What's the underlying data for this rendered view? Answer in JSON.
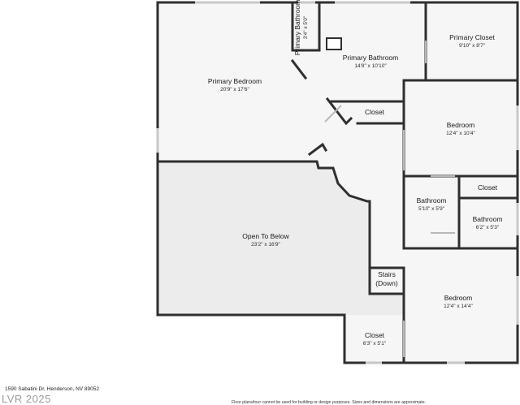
{
  "rooms": [
    {
      "id": "primary-bedroom",
      "name": "Primary Bedroom",
      "dims": "20'9\" x 17'6\""
    },
    {
      "id": "primary-bathroom-small",
      "name": "Primary Bathroom",
      "dims": "3'4\" x 5'0\""
    },
    {
      "id": "primary-bathroom",
      "name": "Primary Bathroom",
      "dims": "14'8\" x 10'10\""
    },
    {
      "id": "primary-closet",
      "name": "Primary Closet",
      "dims": "9'10\" x 8'7\""
    },
    {
      "id": "closet-mid",
      "name": "Closet",
      "dims": ""
    },
    {
      "id": "bedroom-upper",
      "name": "Bedroom",
      "dims": "12'4\" x 10'4\""
    },
    {
      "id": "closet-right",
      "name": "Closet",
      "dims": ""
    },
    {
      "id": "bathroom-left",
      "name": "Bathroom",
      "dims": "5'10\" x 5'9\""
    },
    {
      "id": "bathroom-right",
      "name": "Bathroom",
      "dims": "6'2\" x 5'3\""
    },
    {
      "id": "open-to-below",
      "name": "Open To Below",
      "dims": "23'2\" x 16'9\""
    },
    {
      "id": "stairs",
      "name": "Stairs",
      "name2": "(Down)",
      "dims": ""
    },
    {
      "id": "bedroom-lower",
      "name": "Bedroom",
      "dims": "12'4\" x 14'4\""
    },
    {
      "id": "closet-bottom",
      "name": "Closet",
      "dims": "6'3\" x 5'1\""
    }
  ],
  "footer": {
    "address": "1590 Sabatini Dr, Henderson, NV 89052",
    "disclaimer": "Floor plans/tour cannot be used for building or design purposes. Sizes and dimensions are approximate.",
    "watermark": "LVR 2025"
  },
  "colors": {
    "wall": "#2f2f2f",
    "room_fill": "#f6f6f6",
    "open_fill": "#eeeeee",
    "background": "#ffffff"
  }
}
